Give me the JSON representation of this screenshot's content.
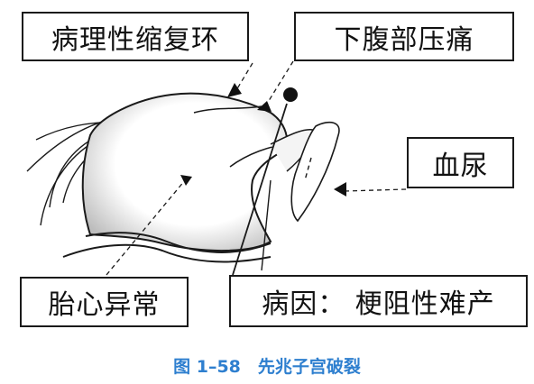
{
  "labels": {
    "pathological_ring": "病理性缩复环",
    "lower_abdominal_pain": "下腹部压痛",
    "hematuria": "血尿",
    "fetal_heart_abnormal": "胎心异常",
    "cause": "病因： 梗阻性难产"
  },
  "caption": "图 1–58　先兆子宫破裂",
  "colors": {
    "caption": "#2e7fcf",
    "lines": "#1a1a1a"
  }
}
